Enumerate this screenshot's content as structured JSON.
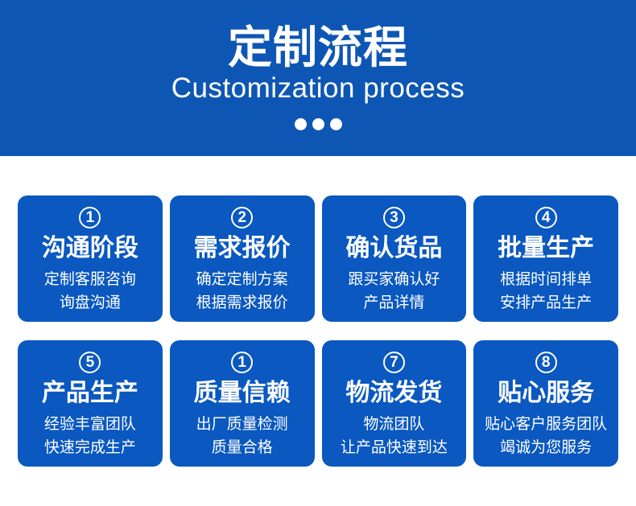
{
  "colors": {
    "page_bg": "#ffffff",
    "header_bg": "#0e56b4",
    "card_bg": "#0a58c0",
    "text": "#ffffff"
  },
  "header": {
    "title": "定制流程",
    "subtitle": "Customization process"
  },
  "steps": [
    {
      "number": "1",
      "title": "沟通阶段",
      "line1": "定制客服咨询",
      "line2": "询盘沟通"
    },
    {
      "number": "2",
      "title": "需求报价",
      "line1": "确定定制方案",
      "line2": "根据需求报价"
    },
    {
      "number": "3",
      "title": "确认货品",
      "line1": "跟买家确认好",
      "line2": "产品详情"
    },
    {
      "number": "4",
      "title": "批量生产",
      "line1": "根据时间排单",
      "line2": "安排产品生产"
    },
    {
      "number": "5",
      "title": "产品生产",
      "line1": "经验丰富团队",
      "line2": "快速完成生产"
    },
    {
      "number": "1",
      "title": "质量信赖",
      "line1": "出厂质量检测",
      "line2": "质量合格"
    },
    {
      "number": "7",
      "title": "物流发货",
      "line1": "物流团队",
      "line2": "让产品快速到达"
    },
    {
      "number": "8",
      "title": "贴心服务",
      "line1": "贴心客户服务团队",
      "line2": "竭诚为您服务"
    }
  ]
}
